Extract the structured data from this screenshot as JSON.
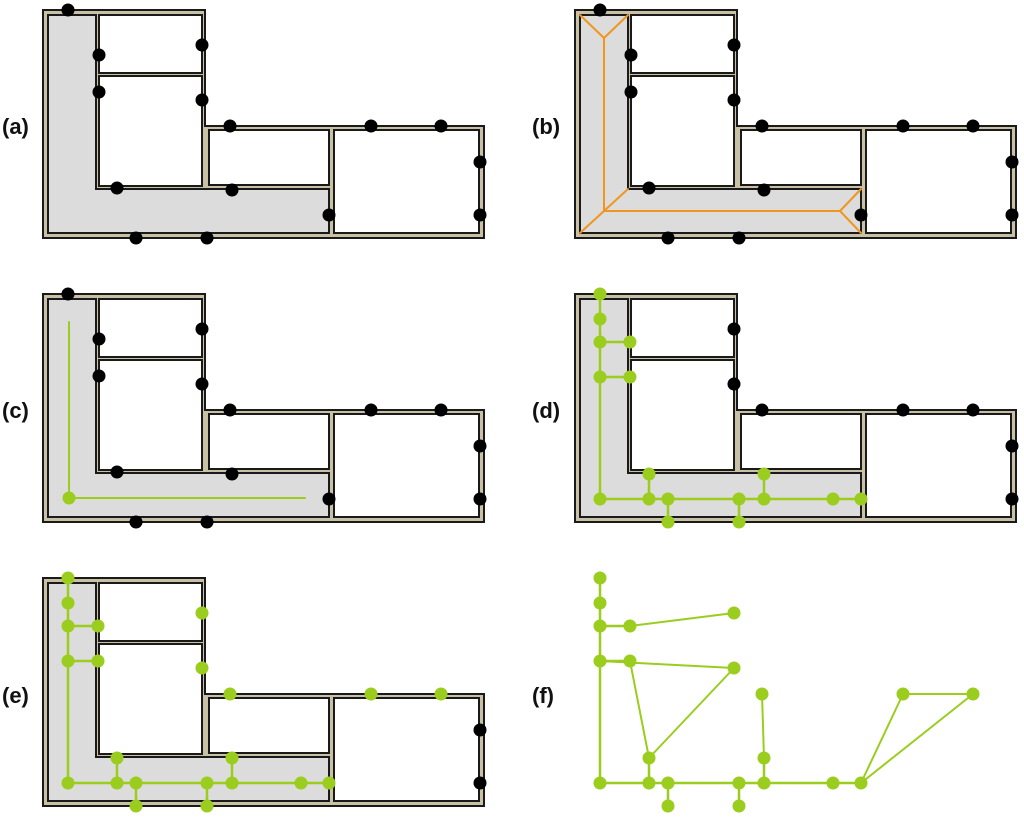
{
  "colors": {
    "wall_fill": "#c8c1a6",
    "wall_stroke": "#1a1a1a",
    "corridor_fill": "#dcdcdc",
    "door": "#000000",
    "skeleton": "#f0961e",
    "graph": "#9acd1e",
    "background": "#ffffff"
  },
  "panels": [
    {
      "id": "a",
      "label": "(a)",
      "show_building": true,
      "corridor": true,
      "skeleton": false,
      "centerline": false,
      "graph": "none",
      "door_color": "black"
    },
    {
      "id": "b",
      "label": "(b)",
      "show_building": true,
      "corridor": true,
      "skeleton": true,
      "centerline": false,
      "graph": "none",
      "door_color": "black"
    },
    {
      "id": "c",
      "label": "(c)",
      "show_building": true,
      "corridor": true,
      "skeleton": false,
      "centerline": true,
      "graph": "none",
      "door_color": "black"
    },
    {
      "id": "d",
      "label": "(d)",
      "show_building": true,
      "corridor": true,
      "skeleton": false,
      "centerline": false,
      "graph": "corridor",
      "door_color": "mixed"
    },
    {
      "id": "e",
      "label": "(e)",
      "show_building": true,
      "corridor": true,
      "skeleton": false,
      "centerline": false,
      "graph": "full",
      "door_color": "mixed"
    },
    {
      "id": "f",
      "label": "(f)",
      "show_building": false,
      "corridor": false,
      "skeleton": false,
      "centerline": false,
      "graph": "final",
      "door_color": "none"
    }
  ]
}
